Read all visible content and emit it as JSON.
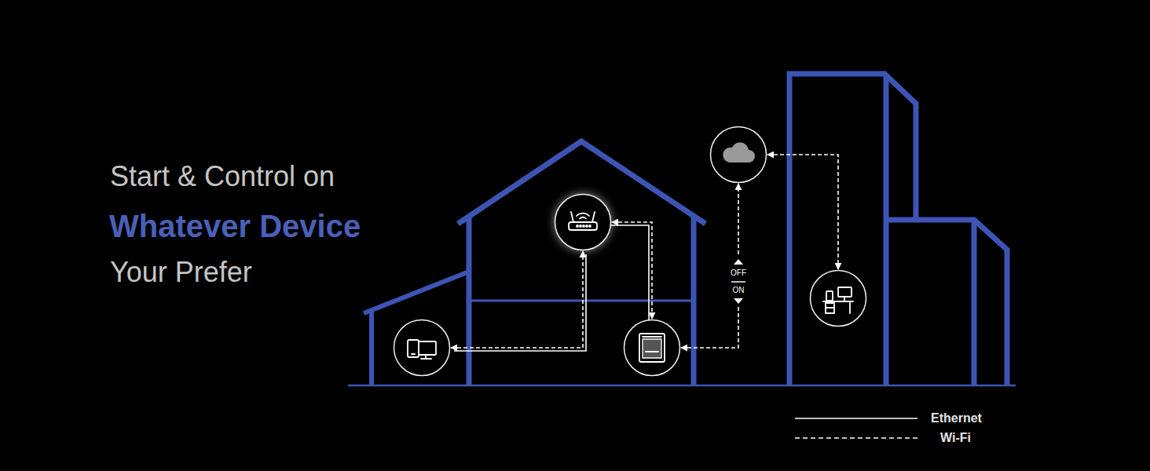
{
  "diagram": {
    "nodes": [
      {
        "text": []
      },
      {
        "text": []
      },
      {
        "text": []
      },
      {
        "text": []
      },
      {
        "text": []
      }
    ],
    "edges": [
      {
        "from": 0,
        "to": 1,
        "arrow": "both"
      },
      {
        "from": 1,
        "to": 2,
        "arrow": "both"
      },
      {
        "from": 2,
        "to": 3,
        "arrow": "both"
      },
      {
        "from": 3,
        "to": 4,
        "arrow": "both"
      }
    ],
    "labels": [
      "Start & Control on",
      "Whatever Device",
      "Your Prefer",
      "OFF",
      "ON"
    ],
    "legend": [
      {
        "text": "Ethernet"
      },
      {
        "text": "Wi-Fi"
      }
    ]
  }
}
